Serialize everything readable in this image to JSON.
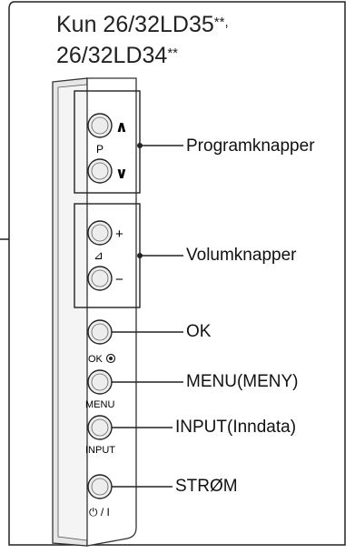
{
  "title": {
    "line1": "Kun 26/32LD35",
    "line1_suffix": "**,",
    "line2": "26/32LD34",
    "line2_suffix": "**"
  },
  "panel": {
    "button_labels": {
      "p": "P",
      "volume": "⊿",
      "ok": "OK",
      "menu": "MENU",
      "input": "INPUT",
      "power": "⏻ / I"
    },
    "signs": {
      "up": "∧",
      "down": "∨",
      "plus": "+",
      "minus": "−"
    }
  },
  "callouts": {
    "program": "Programknapper",
    "volume": "Volumknapper",
    "ok": "OK",
    "menu": "MENU(MENY)",
    "input": "INPUT(Inndata)",
    "power": "STRØM"
  },
  "colors": {
    "line": "#222222",
    "panel_fill": "#f1f1f1",
    "button_fill": "#ececec"
  }
}
